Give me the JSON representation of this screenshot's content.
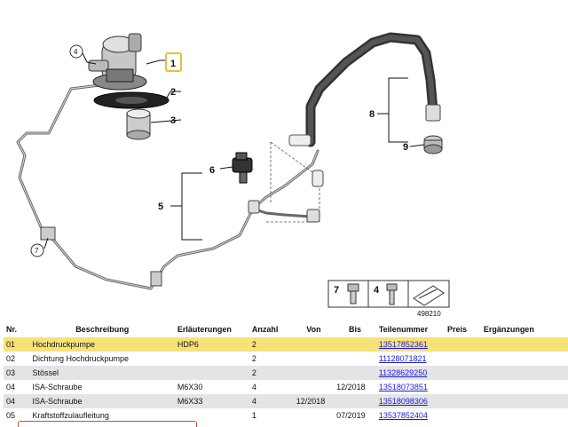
{
  "diagram": {
    "callouts": [
      "1",
      "2",
      "3",
      "4",
      "5",
      "6",
      "7",
      "8",
      "9"
    ],
    "selected_callout": "1",
    "legend_items": [
      {
        "num": "7"
      },
      {
        "num": "4"
      }
    ],
    "image_number": "498210"
  },
  "table": {
    "headers": {
      "nr": "Nr.",
      "desc": "Beschreibung",
      "notes": "Erläuterungen",
      "qty": "Anzahl",
      "from": "Von",
      "to": "Bis",
      "part": "Teilenummer",
      "price": "Preis",
      "extra": "Ergänzungen"
    },
    "rows": [
      {
        "nr": "01",
        "desc": "Hochdruckpumpe",
        "notes": "HDP6",
        "qty": "2",
        "from": "",
        "to": "",
        "part": "13517852361"
      },
      {
        "nr": "02",
        "desc": "Dichtung Hochdruckpumpe",
        "notes": "",
        "qty": "2",
        "from": "",
        "to": "",
        "part": "11128071821"
      },
      {
        "nr": "03",
        "desc": "Stössel",
        "notes": "",
        "qty": "2",
        "from": "",
        "to": "",
        "part": "11328629250"
      },
      {
        "nr": "04",
        "desc": "ISA-Schraube",
        "notes": "M6X30",
        "qty": "4",
        "from": "",
        "to": "12/2018",
        "part": "13518073851"
      },
      {
        "nr": "04",
        "desc": "ISA-Schraube",
        "notes": "M6X33",
        "qty": "4",
        "from": "12/2018",
        "to": "",
        "part": "13518098306"
      },
      {
        "nr": "05",
        "desc": "Kraftstoffzulaufleitung",
        "notes": "",
        "qty": "1",
        "from": "",
        "to": "07/2019",
        "part": "13537852404"
      }
    ]
  }
}
